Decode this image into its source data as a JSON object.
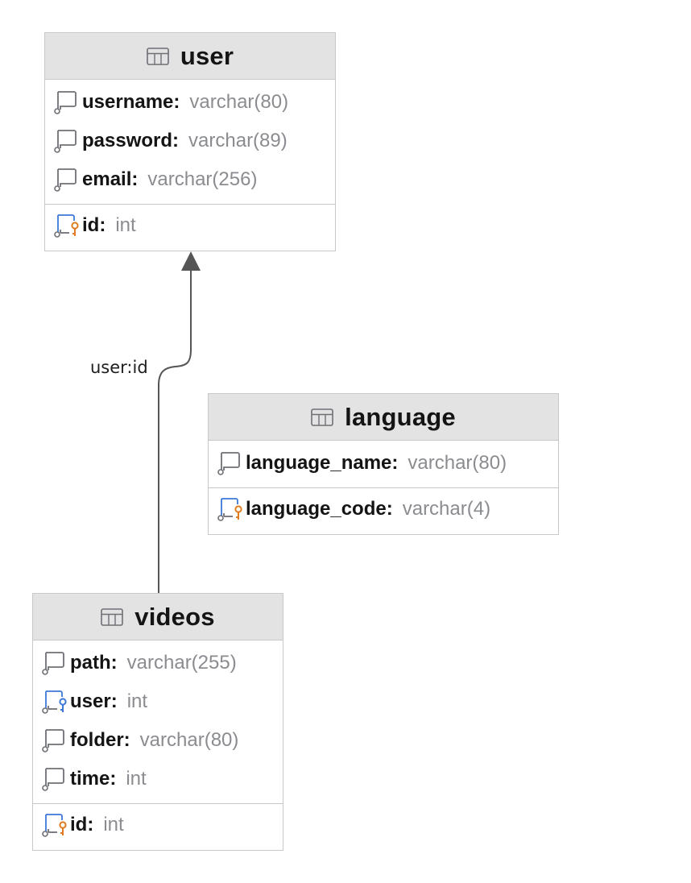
{
  "entities": {
    "user": {
      "name": "user",
      "columns": [
        {
          "name": "username:",
          "type": "varchar(80)"
        },
        {
          "name": "password:",
          "type": "varchar(89)"
        },
        {
          "name": "email:",
          "type": "varchar(256)"
        }
      ],
      "primary_key": {
        "name": "id:",
        "type": "int"
      }
    },
    "language": {
      "name": "language",
      "columns": [
        {
          "name": "language_name:",
          "type": "varchar(80)"
        }
      ],
      "primary_key": {
        "name": "language_code:",
        "type": "varchar(4)"
      }
    },
    "videos": {
      "name": "videos",
      "columns": [
        {
          "name": "path:",
          "type": "varchar(255)"
        },
        {
          "name": "user:",
          "type": "int"
        },
        {
          "name": "folder:",
          "type": "varchar(80)"
        },
        {
          "name": "time:",
          "type": "int"
        }
      ],
      "primary_key": {
        "name": "id:",
        "type": "int"
      }
    }
  },
  "relationships": [
    {
      "from": "videos.user",
      "to": "user.id",
      "label": "user:id"
    }
  ],
  "icons": {
    "table": "table-icon",
    "column": "column-icon",
    "primary_key": "primary-key-column-icon",
    "foreign_key": "foreign-key-column-icon"
  },
  "colors": {
    "header_bg": "#e3e3e3",
    "border": "#c8c8c8",
    "type_text": "#8a8c90",
    "primary_key": "#e07c1f",
    "foreign_key": "#3c78d8",
    "edge": "#555555"
  }
}
